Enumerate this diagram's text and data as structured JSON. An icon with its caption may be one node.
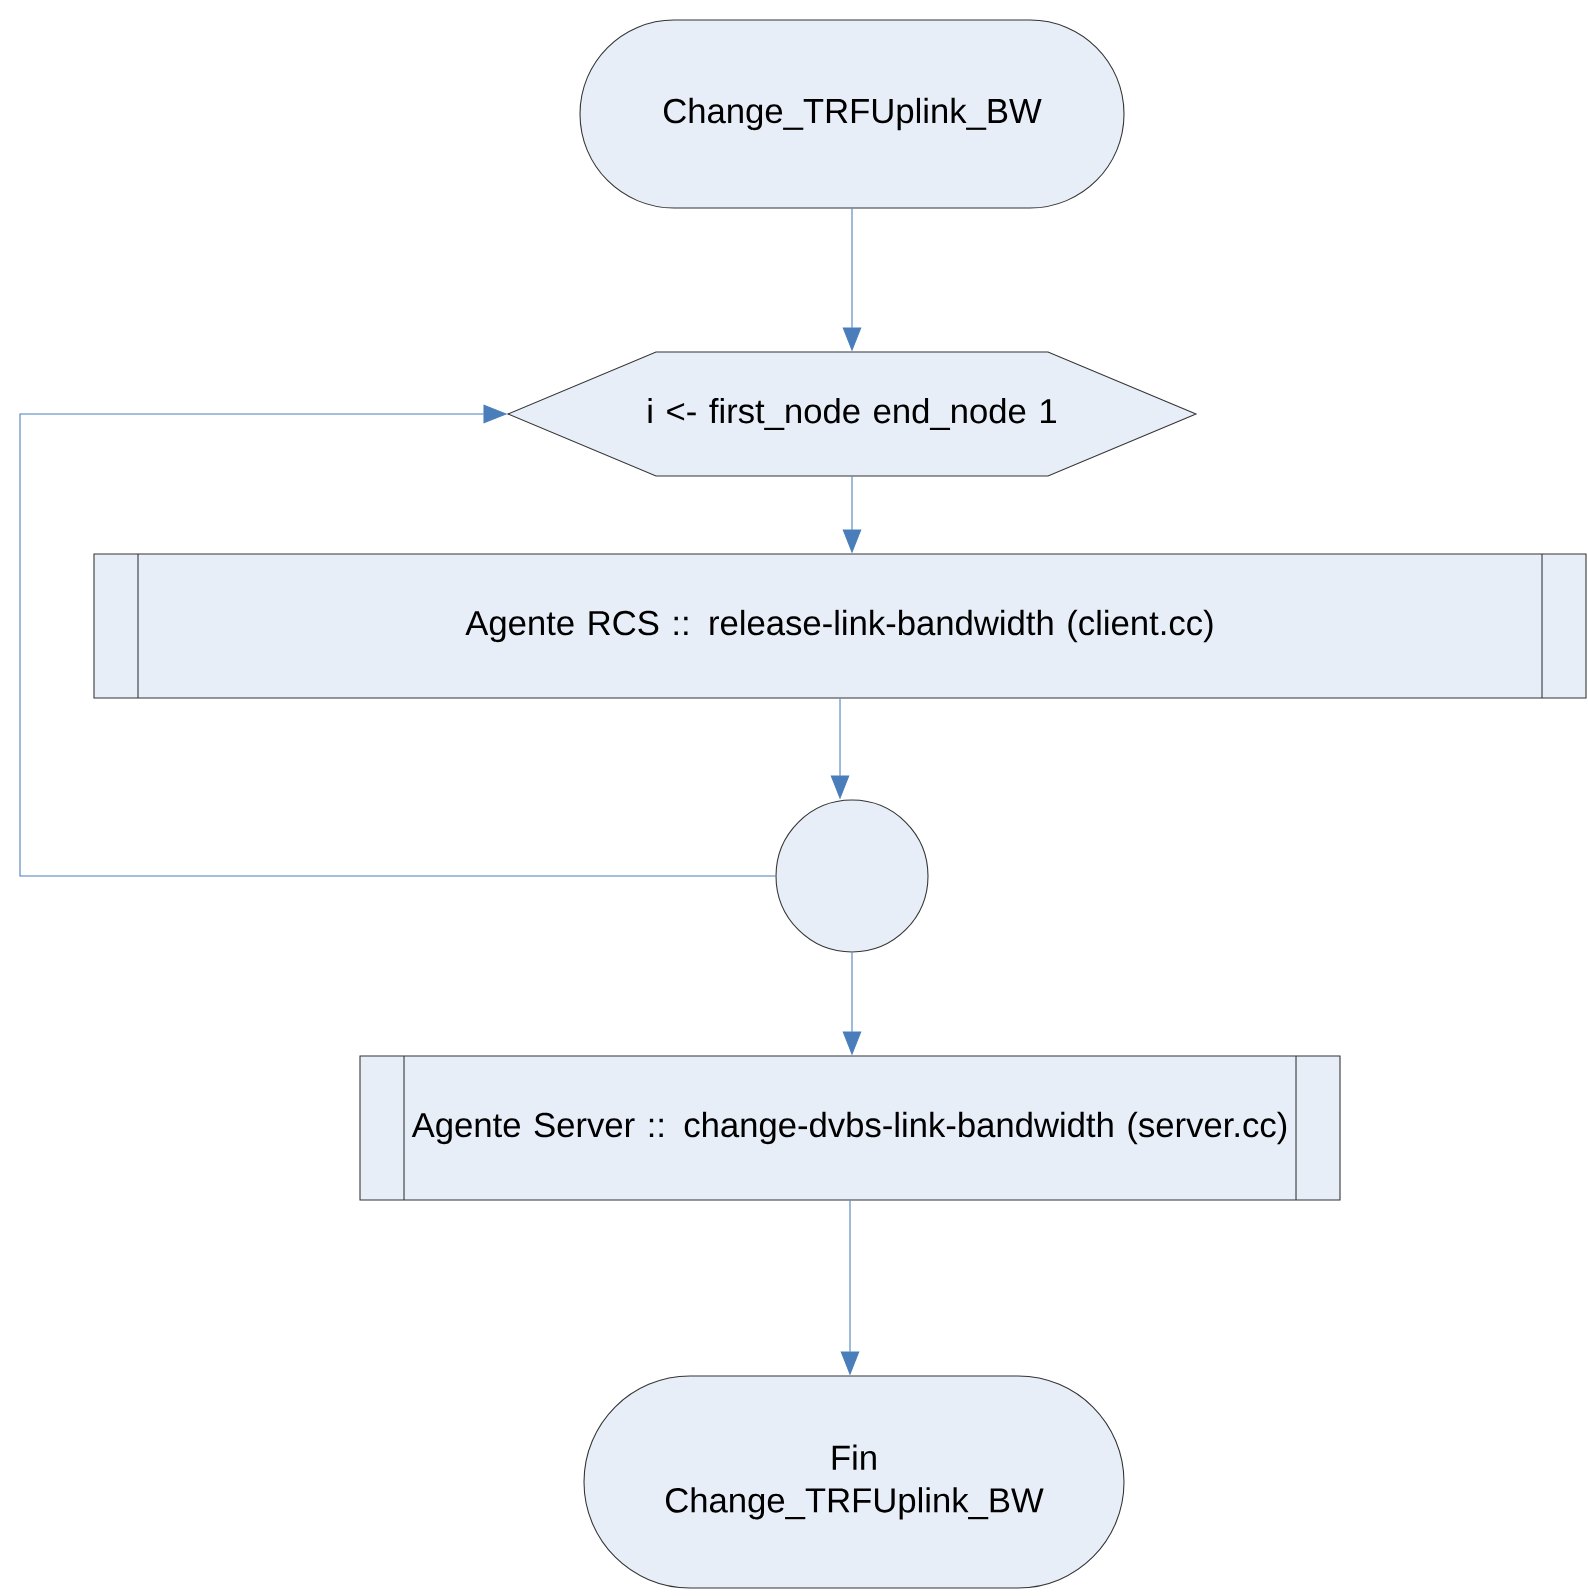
{
  "diagram": {
    "nodes": [
      {
        "text": [
          "Change_TRFUplink_BW"
        ]
      },
      {
        "text": [
          "i <- first_node end_node 1"
        ]
      },
      {
        "text": [
          "Agente RCS :: release-link-bandwidth (client.cc)"
        ]
      },
      {
        "text": [],
        "shape": "circle"
      },
      {
        "text": [
          "Agente Server :: change-dvbs-link-bandwidth (server.cc)"
        ]
      },
      {
        "text": [
          "Fin Change_TRFUplink_BW"
        ]
      }
    ],
    "edges": [
      {
        "from": 0,
        "to": 1,
        "arrow": "to"
      },
      {
        "from": 1,
        "to": 2,
        "arrow": "to"
      },
      {
        "from": 2,
        "to": 3,
        "arrow": "to"
      },
      {
        "from": 3,
        "to": 1,
        "arrow": "to"
      },
      {
        "from": 3,
        "to": 4,
        "arrow": "to"
      },
      {
        "from": 4,
        "to": 5,
        "arrow": "to"
      }
    ]
  }
}
